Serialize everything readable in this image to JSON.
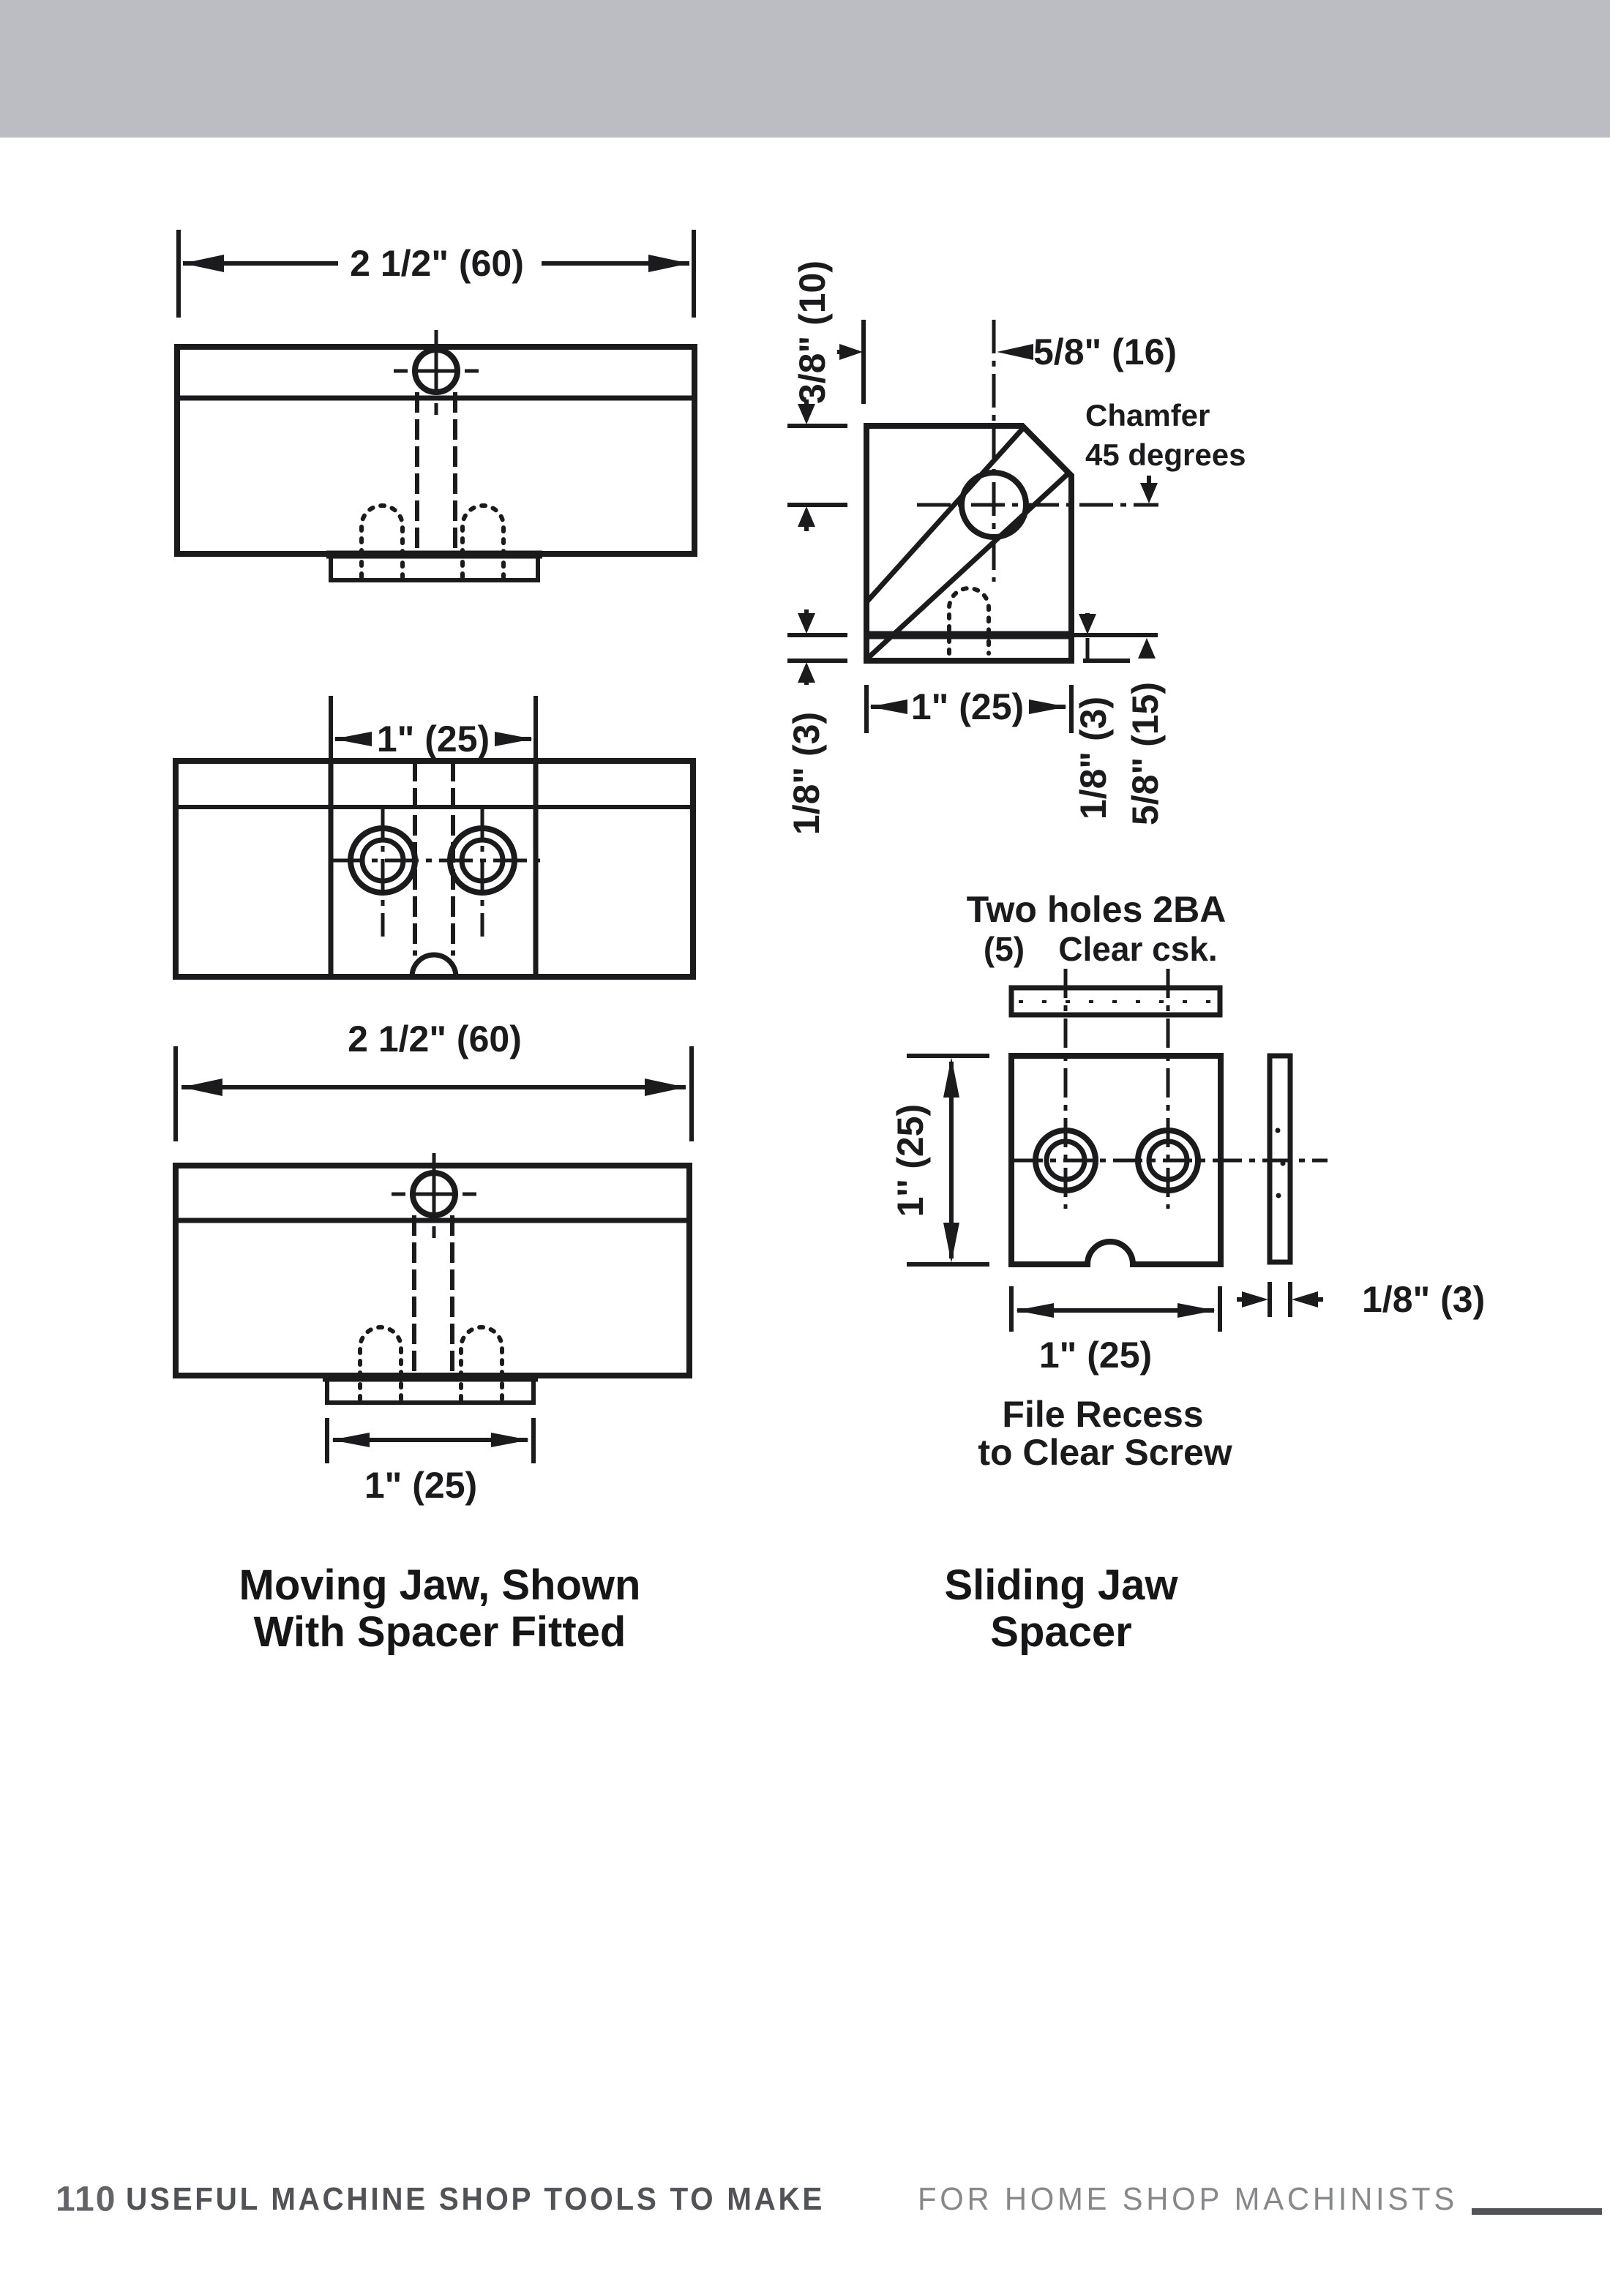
{
  "page": {
    "type": "scanned book page of engineering drawings",
    "banner_color": "#bcbdc2",
    "ink_color": "#1b1b1d"
  },
  "labels": {
    "dim_a": "2 1/2\" (60)",
    "dim_b": "1\" (25)",
    "dim_c_top": "2 1/2\" (60)",
    "dim_c_bottom": "1\" (25)",
    "side_top_offset": "3/8\" (10)",
    "side_center_offset": "5/8\" (16)",
    "chamfer_line1": "Chamfer",
    "chamfer_line2": "45 degrees",
    "side_width": "1\" (25)",
    "side_plate_left": "1/8\" (3)",
    "side_plate_right": "1/8\" (3)",
    "side_height": "5/8\" (15)",
    "spacer_holes_note": "Two holes 2BA",
    "spacer_holes_size": "(5)",
    "spacer_holes_csk": "Clear csk.",
    "spacer_height": "1'' (25)",
    "spacer_width": "1\" (25)",
    "spacer_thickness": "1/8\" (3)",
    "spacer_recess_line1": "File Recess",
    "spacer_recess_line2": "to Clear Screw"
  },
  "captions": {
    "left_line1": "Moving Jaw, Shown",
    "left_line2": "With Spacer Fitted",
    "right_line1": "Sliding Jaw",
    "right_line2": "Spacer"
  },
  "footer": {
    "page_number": "110",
    "title_bold": "USEFUL MACHINE SHOP TOOLS TO MAKE",
    "title_light": "FOR HOME SHOP MACHINISTS"
  },
  "colors": {
    "banner": "#bcbdc2",
    "ink": "#1b1b1d",
    "footer_dark": "#525356",
    "footer_light": "#87888b"
  }
}
